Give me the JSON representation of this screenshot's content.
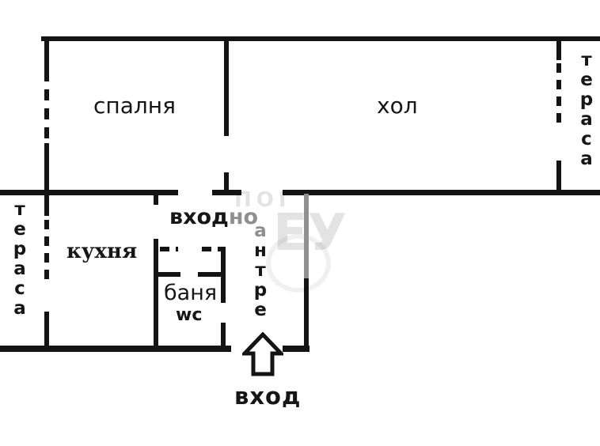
{
  "rooms": {
    "bedroom": {
      "label": "спалня"
    },
    "living_room": {
      "label": "хол"
    },
    "terrace_right": {
      "label": "тераса"
    },
    "terrace_left": {
      "label": "тераса"
    },
    "kitchen": {
      "label": "кухня"
    },
    "entry_hall": {
      "label_horizontal_dark": "вход",
      "label_horizontal_faded": "но",
      "label_vertical_faded": "а",
      "label_vertical_dark": "нтре"
    },
    "bathroom": {
      "label": "баня",
      "sublabel": "wc"
    },
    "entrance": {
      "label": "вход"
    }
  },
  "icons": {
    "entrance_arrow": "up-arrow"
  },
  "colors": {
    "wall": "#141414",
    "faded_wall": "#909090",
    "faded_text": "#8f8f8f",
    "text": "#161616",
    "background": "#ffffff"
  }
}
